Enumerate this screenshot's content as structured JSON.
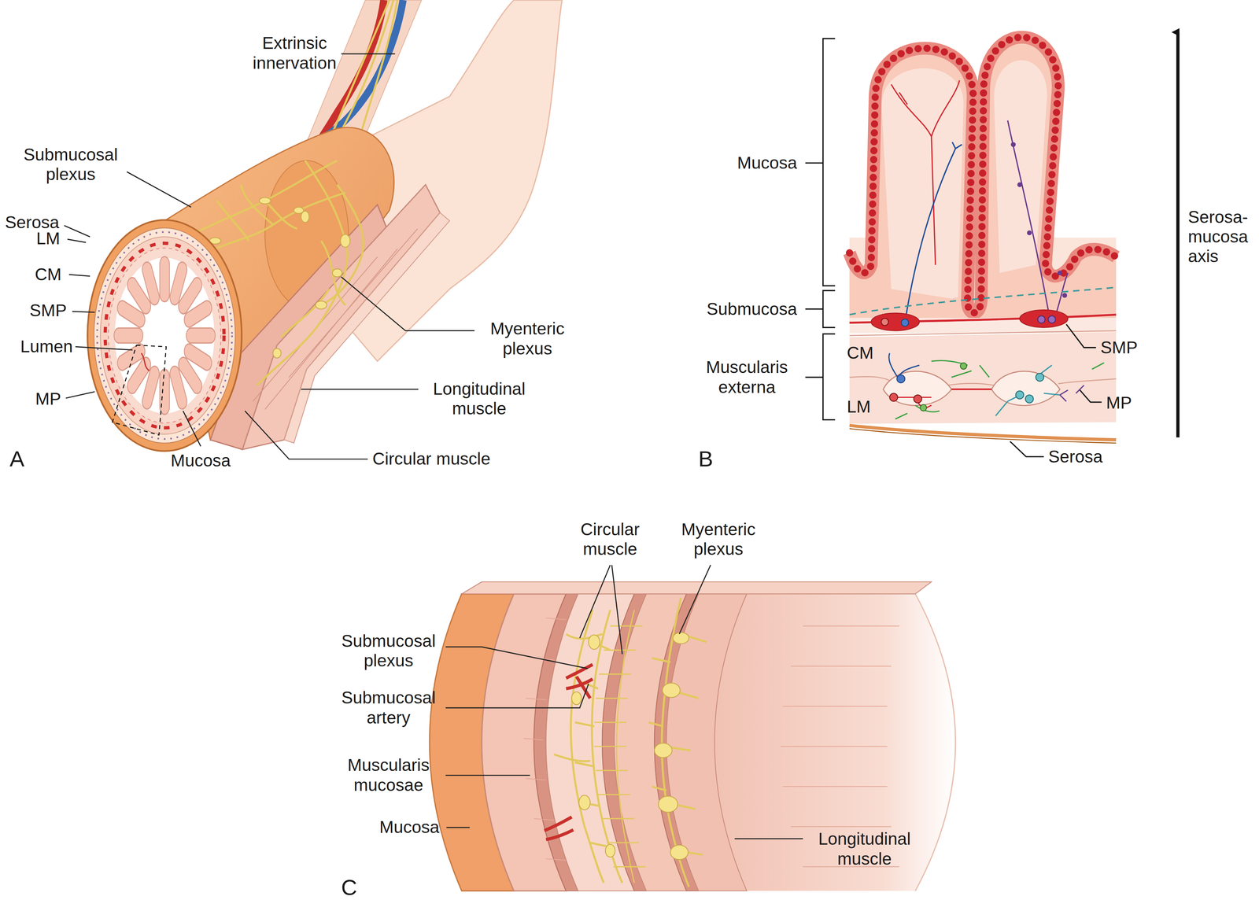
{
  "diagram": {
    "labels": [
      "Extrinsic innervation",
      "Submucosal plexus",
      "Serosa",
      "LM",
      "CM",
      "SMP",
      "Lumen",
      "MP",
      "Mucosa",
      "Myenteric plexus",
      "Longitudinal muscle",
      "Circular muscle",
      "A",
      "Mucosa",
      "Submucosa",
      "Muscularis externa",
      "CM",
      "LM",
      "SMP",
      "MP",
      "Serosa",
      "Serosa- mucosa axis",
      "B",
      "Circular muscle",
      "Myenteric plexus",
      "Submucosal plexus",
      "Submucosal artery",
      "Muscularis mucosae",
      "Mucosa",
      "Longitudinal muscle",
      "C"
    ]
  }
}
